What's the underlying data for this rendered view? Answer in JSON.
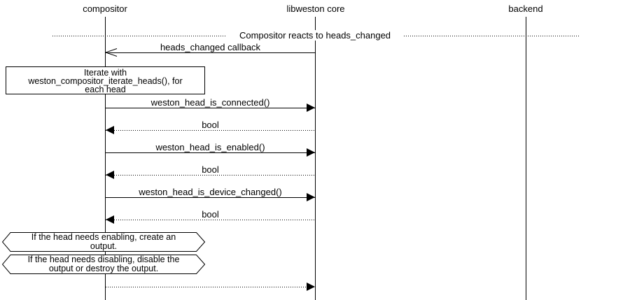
{
  "diagram": {
    "type": "sequence-diagram",
    "colors": {
      "stroke": "#000000",
      "background": "#ffffff"
    },
    "participants": [
      {
        "label": "compositor"
      },
      {
        "label": "libweston core"
      },
      {
        "label": "backend"
      }
    ],
    "divider": {
      "label": "Compositor reacts to heads_changed"
    },
    "note": {
      "lines": [
        "Iterate with",
        "weston_compositor_iterate_heads(), for",
        "each head"
      ]
    },
    "conditions": [
      {
        "lines": [
          "If the head needs enabling, create an",
          "output."
        ]
      },
      {
        "lines": [
          "If the head needs disabling, disable the",
          "output or destroy the output."
        ]
      }
    ],
    "messages": [
      {
        "label": "heads_changed callback",
        "from": "libweston core",
        "to": "compositor",
        "line": "solid",
        "head": "open"
      },
      {
        "label": "weston_head_is_connected()",
        "from": "compositor",
        "to": "libweston core",
        "line": "solid",
        "head": "filled"
      },
      {
        "label": "bool",
        "from": "libweston core",
        "to": "compositor",
        "line": "dotted",
        "head": "filled"
      },
      {
        "label": "weston_head_is_enabled()",
        "from": "compositor",
        "to": "libweston core",
        "line": "solid",
        "head": "filled"
      },
      {
        "label": "bool",
        "from": "libweston core",
        "to": "compositor",
        "line": "dotted",
        "head": "filled"
      },
      {
        "label": "weston_head_is_device_changed()",
        "from": "compositor",
        "to": "libweston core",
        "line": "solid",
        "head": "filled"
      },
      {
        "label": "bool",
        "from": "libweston core",
        "to": "compositor",
        "line": "dotted",
        "head": "filled"
      },
      {
        "label": "",
        "from": "compositor",
        "to": "libweston core",
        "line": "dotted",
        "head": "filled"
      }
    ]
  }
}
